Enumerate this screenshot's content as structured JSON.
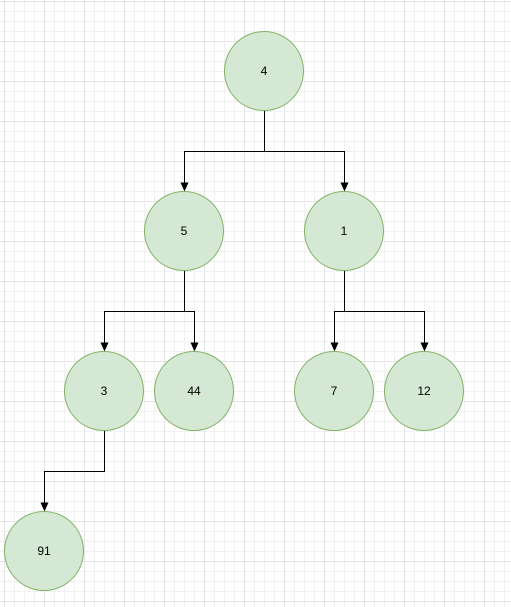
{
  "diagram": {
    "type": "binary-tree",
    "colors": {
      "node_fill": "#d5e8d4",
      "node_stroke": "#82b366",
      "edge": "#000000",
      "text": "#000000"
    },
    "nodes": [
      {
        "id": "n4",
        "label": "4"
      },
      {
        "id": "n5",
        "label": "5"
      },
      {
        "id": "n1",
        "label": "1"
      },
      {
        "id": "n3",
        "label": "3"
      },
      {
        "id": "n44",
        "label": "44"
      },
      {
        "id": "n7",
        "label": "7"
      },
      {
        "id": "n12",
        "label": "12"
      },
      {
        "id": "n91",
        "label": "91"
      }
    ],
    "edges": [
      {
        "from": "n4",
        "to": "n5"
      },
      {
        "from": "n4",
        "to": "n1"
      },
      {
        "from": "n5",
        "to": "n3"
      },
      {
        "from": "n5",
        "to": "n44"
      },
      {
        "from": "n1",
        "to": "n7"
      },
      {
        "from": "n1",
        "to": "n12"
      },
      {
        "from": "n3",
        "to": "n91"
      }
    ]
  }
}
